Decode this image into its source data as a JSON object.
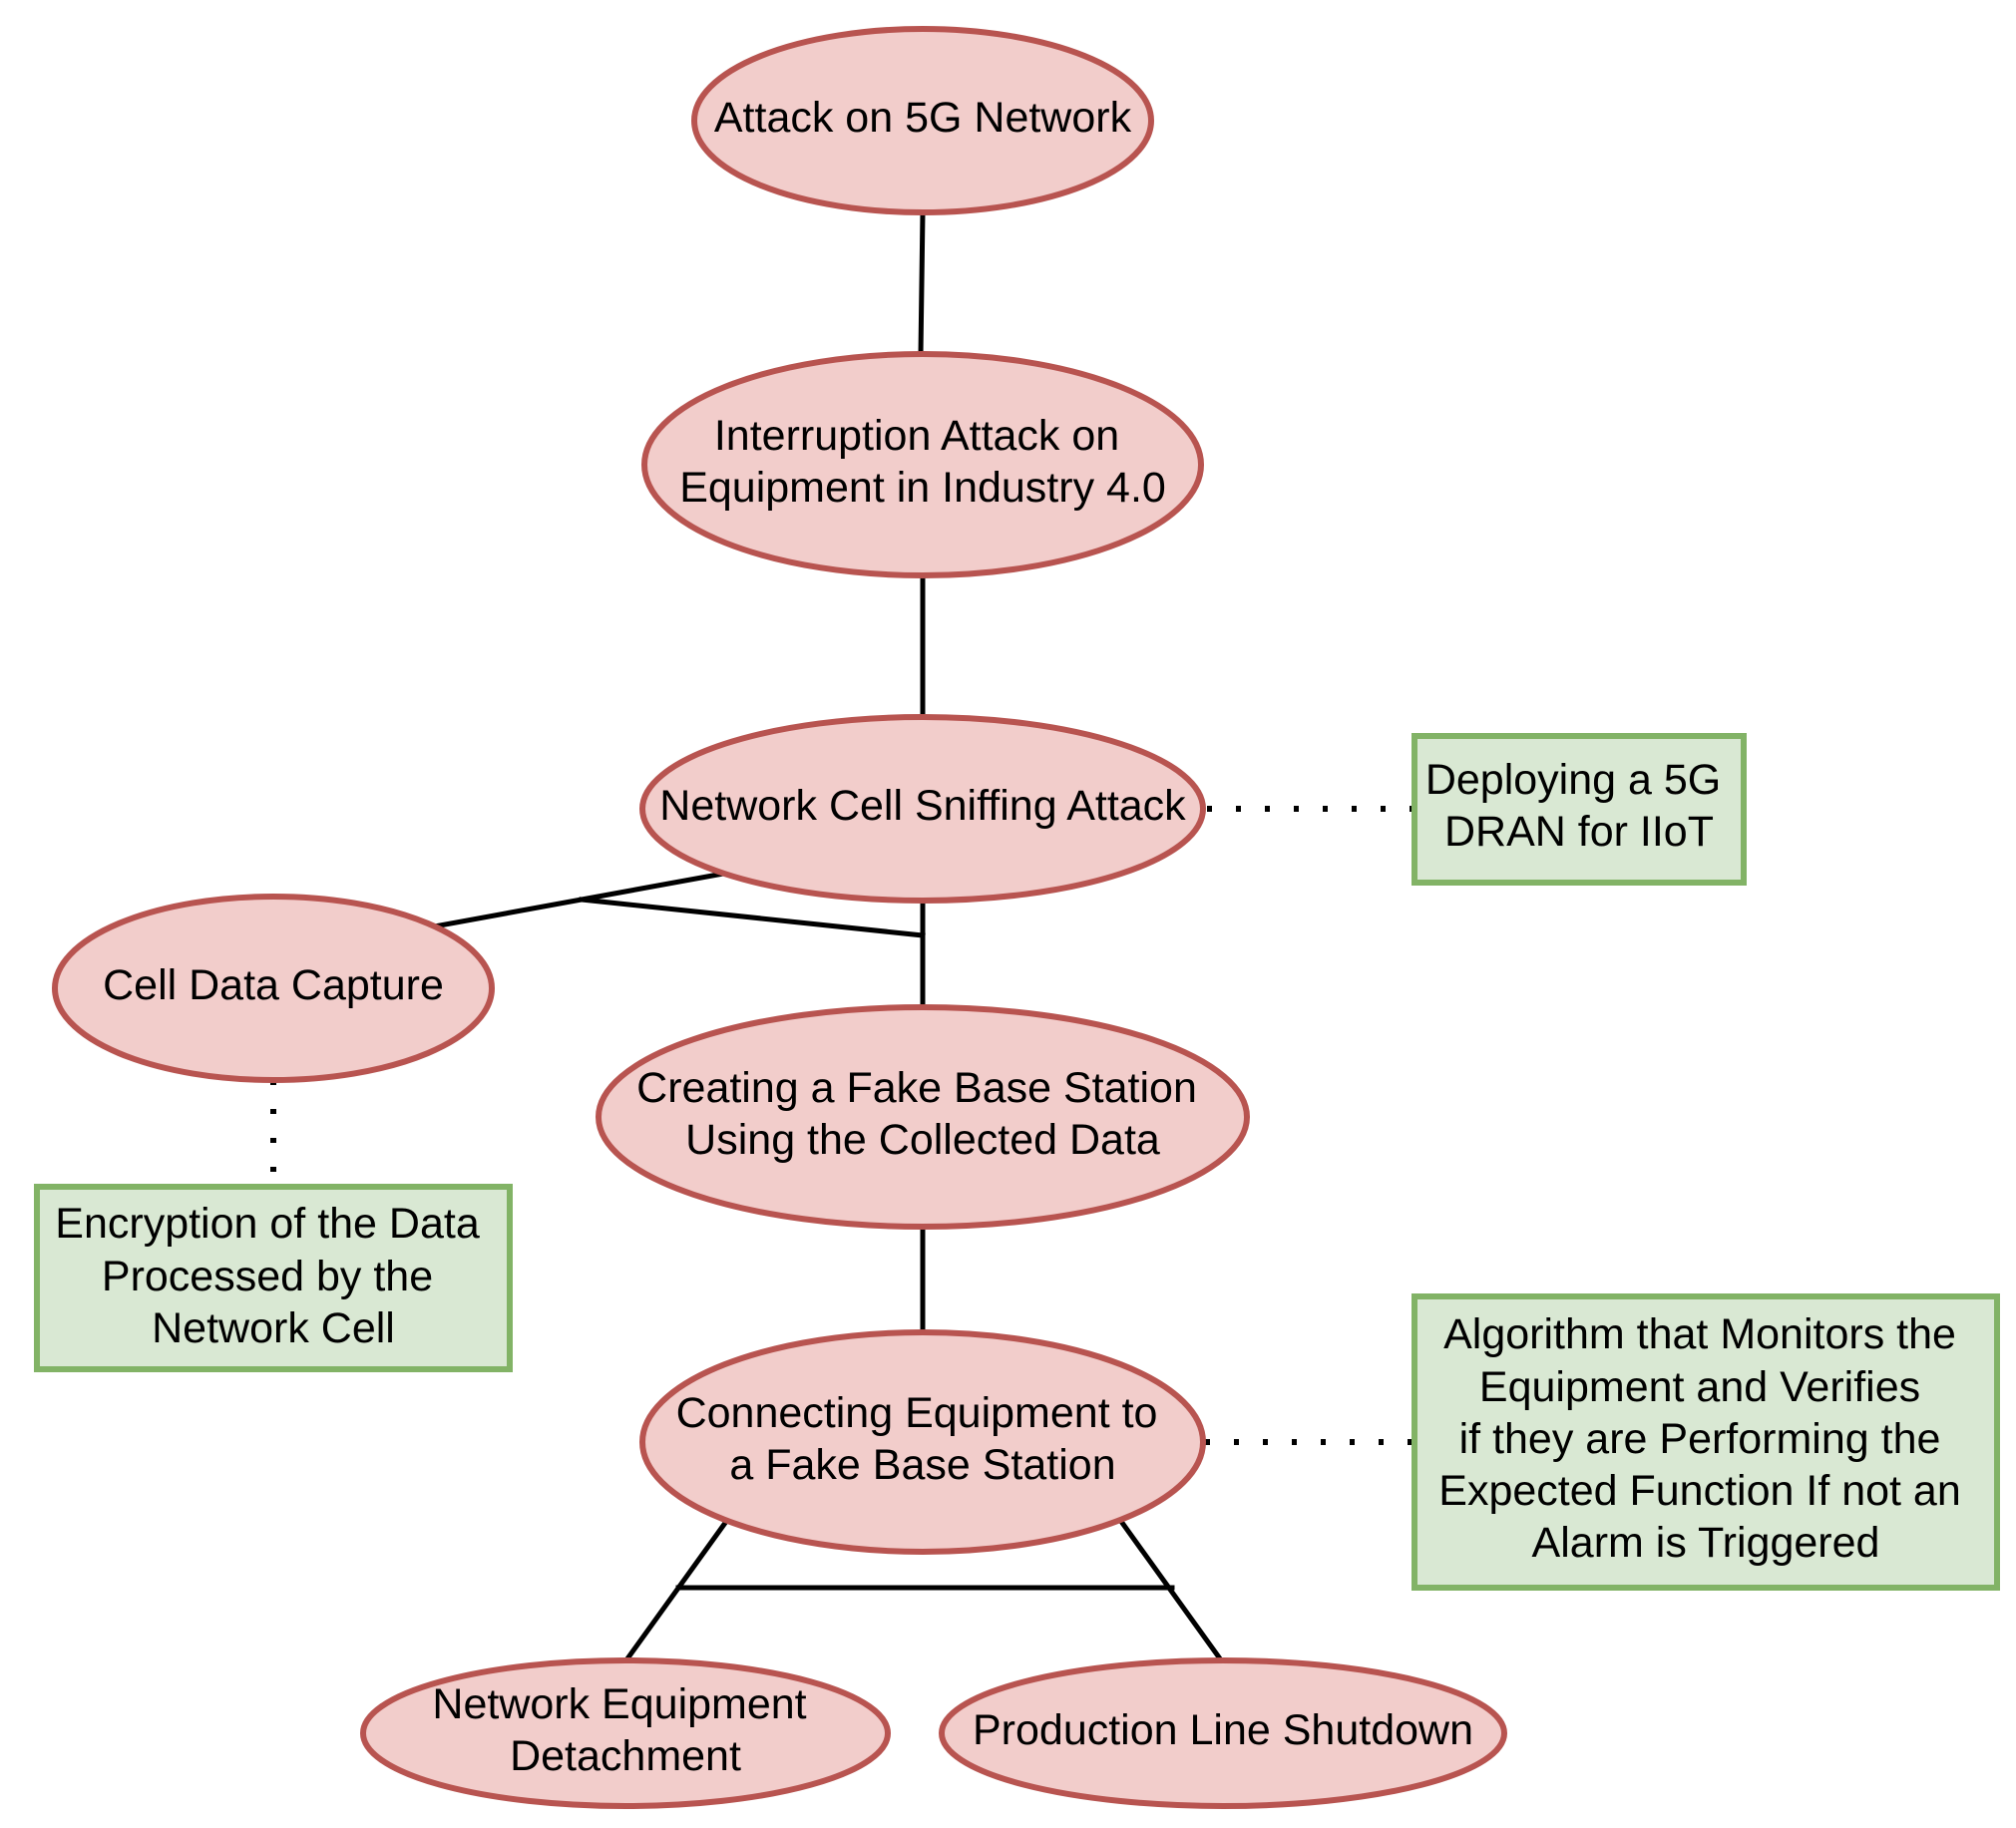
{
  "diagram": {
    "attack_nodes": [
      {
        "id": "root",
        "lines": [
          "Attack on 5G Network"
        ]
      },
      {
        "id": "interruption",
        "lines": [
          "Interruption Attack on",
          "Equipment in Industry 4.0"
        ]
      },
      {
        "id": "sniffing",
        "lines": [
          "Network Cell Sniffing Attack"
        ]
      },
      {
        "id": "capture",
        "lines": [
          "Cell Data Capture"
        ]
      },
      {
        "id": "fake-bs",
        "lines": [
          "Creating a Fake Base Station",
          "Using the Collected Data"
        ]
      },
      {
        "id": "connecting",
        "lines": [
          "Connecting Equipment to",
          "a Fake Base Station"
        ]
      },
      {
        "id": "detachment",
        "lines": [
          "Network Equipment",
          "Detachment"
        ]
      },
      {
        "id": "shutdown",
        "lines": [
          "Production Line Shutdown"
        ]
      }
    ],
    "countermeasures": [
      {
        "id": "dran",
        "lines": [
          "Deploying a 5G",
          "DRAN for IIoT"
        ]
      },
      {
        "id": "encryption",
        "lines": [
          "Encryption of the Data",
          "Processed by the",
          "Network Cell"
        ]
      },
      {
        "id": "monitor",
        "lines": [
          "Algorithm that Monitors the",
          "Equipment and Verifies",
          "if they are Performing the",
          "Expected Function If not an",
          "Alarm is Triggered"
        ]
      }
    ],
    "colors": {
      "attack_fill": "#f2cdcb",
      "attack_stroke": "#b85450",
      "countermeasure_fill": "#d9e8d3",
      "countermeasure_stroke": "#82b366",
      "edge": "#000000"
    }
  }
}
